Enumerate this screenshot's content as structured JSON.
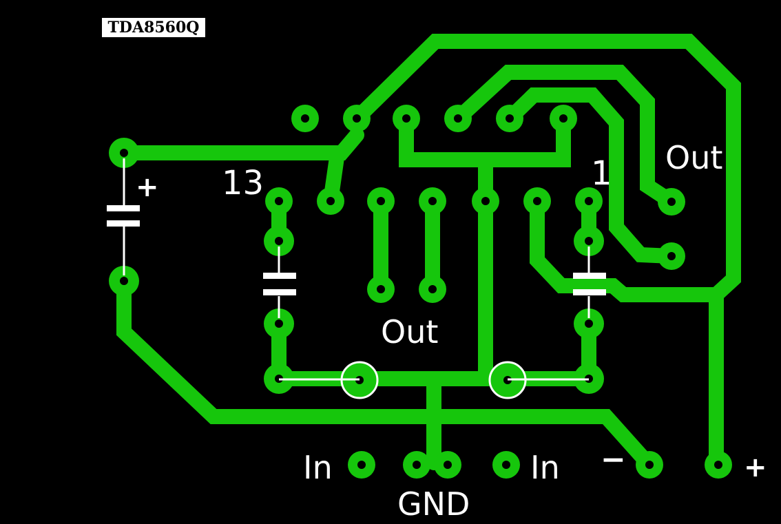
{
  "title": "TDA8560Q",
  "colors": {
    "background": "#000000",
    "copper": "#16c60c",
    "silkscreen": "#ffffff",
    "hole": "#000000"
  },
  "labels": {
    "pin13": "13",
    "pin1": "1",
    "plus_left": "+",
    "out_center": "Out",
    "out_right": "Out",
    "in_left": "In",
    "in_right": "In",
    "gnd": "GND",
    "minus": "−",
    "plus_bottom": "+"
  }
}
